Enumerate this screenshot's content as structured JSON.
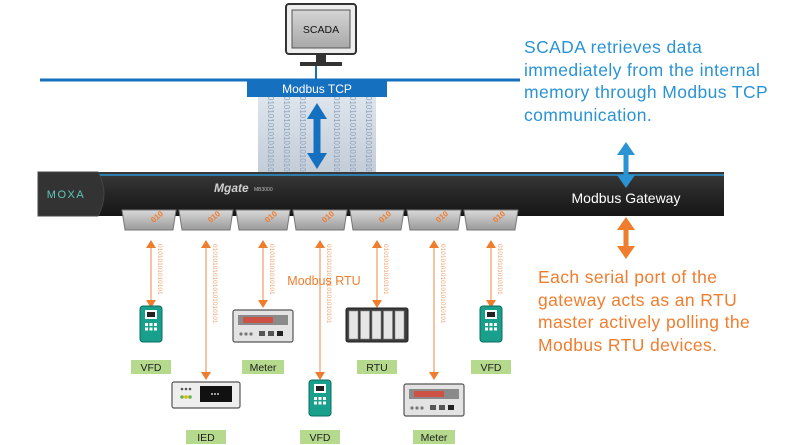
{
  "scada_label": "SCADA",
  "network_label": "Modbus TCP",
  "gateway": {
    "brand": "MOXA",
    "product_logo": "Mgate",
    "model": "MB3000",
    "name": "Modbus Gateway"
  },
  "serial_label": "Modbus RTU",
  "notes": {
    "top": "SCADA retrieves data immediately from the internal memory through Modbus TCP communication.",
    "bottom": "Each serial port of the gateway acts as an RTU master actively polling the Modbus RTU devices."
  },
  "devices": [
    {
      "label": "VFD",
      "icon": "vfd-icon"
    },
    {
      "label": "IED",
      "icon": "ied-icon"
    },
    {
      "label": "Meter",
      "icon": "meter-icon"
    },
    {
      "label": "VFD",
      "icon": "vfd-icon"
    },
    {
      "label": "RTU",
      "icon": "rtu-icon"
    },
    {
      "label": "Meter",
      "icon": "meter-icon"
    },
    {
      "label": "VFD",
      "icon": "vfd-icon"
    }
  ],
  "binary_text": "0101010101010101010101",
  "port_bits": "010",
  "colors": {
    "network_blue": "#1670c0",
    "accent_blue": "#2a93d4",
    "orange": "#ef7d2e",
    "gateway_body": "#2b2b2b",
    "label_green": "#b5d98d",
    "device_teal": "#18a08c"
  }
}
